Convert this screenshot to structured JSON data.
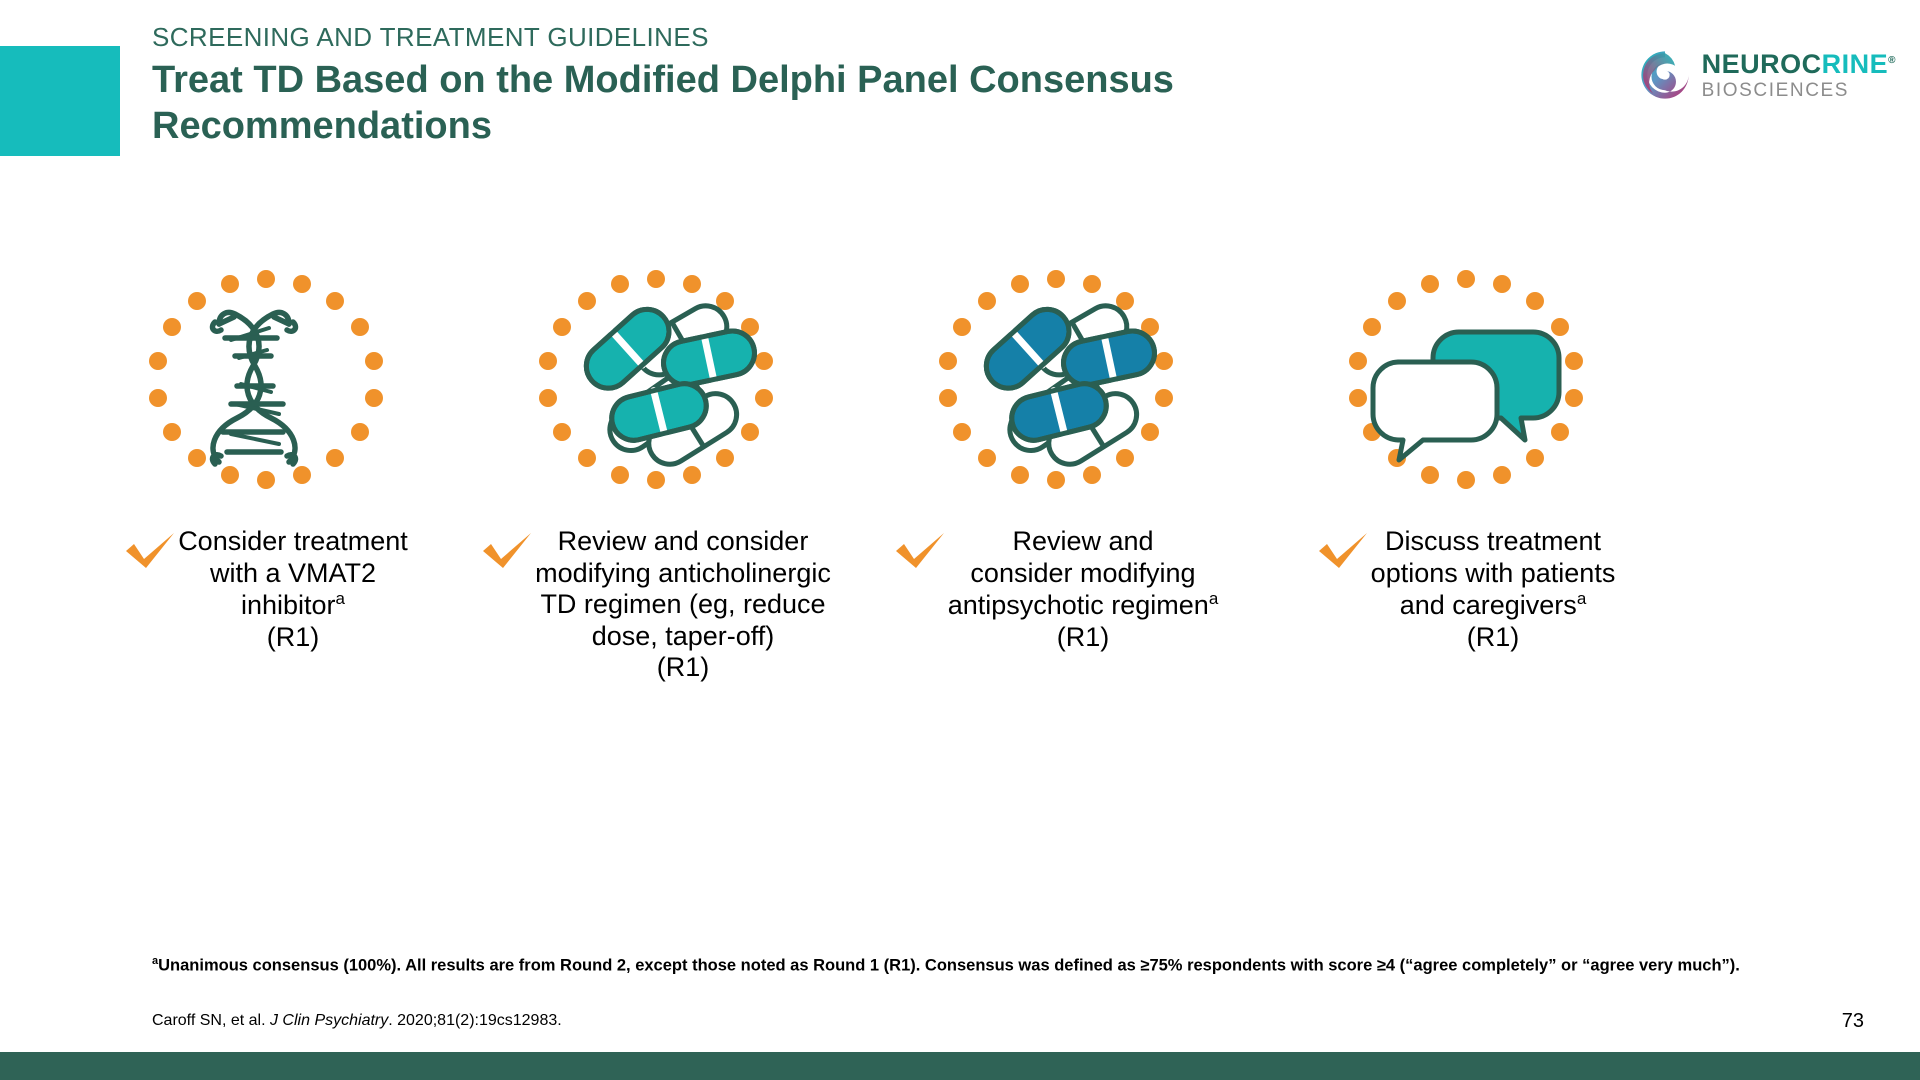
{
  "header": {
    "eyebrow": "SCREENING AND TREATMENT GUIDELINES",
    "title": "Treat TD Based on the Modified Delphi Panel Consensus Recommendations",
    "accent_color": "#16BCBC",
    "title_color": "#2A6154"
  },
  "logo": {
    "name_part1": "NEUROC",
    "name_part2": "RINE",
    "registered": "®",
    "subtitle": "BIOSCIENCES",
    "mark_name": "neurocrine-swirl-icon"
  },
  "columns": [
    {
      "icon": "dna-helix-icon",
      "check": "orange-checkmark-icon",
      "line1": "Consider treatment",
      "line2": "with a VMAT2",
      "line3": "inhibitor",
      "footnote_marker": "a",
      "round": "(R1)",
      "text_full": "Consider treatment with a VMAT2 inhibitora (R1)"
    },
    {
      "icon": "teal-capsules-icon",
      "check": "orange-checkmark-icon",
      "line1": "Review and consider",
      "line2": "modifying anticholinergic",
      "line3": "TD regimen (eg, reduce",
      "line4": "dose, taper-off)",
      "footnote_marker": "",
      "round": "(R1)",
      "text_full": "Review and consider modifying anticholinergic TD regimen (eg, reduce dose, taper-off) (R1)"
    },
    {
      "icon": "blue-capsules-icon",
      "check": "orange-checkmark-icon",
      "line1": "Review and",
      "line2": "consider modifying",
      "line3": "antipsychotic regimen",
      "footnote_marker": "a",
      "round": "(R1)",
      "text_full": "Review and consider modifying antipsychotic regimena (R1)"
    },
    {
      "icon": "speech-bubbles-icon",
      "check": "orange-checkmark-icon",
      "line1": "Discuss treatment",
      "line2": "options with patients",
      "line3": "and caregivers",
      "footnote_marker": "a",
      "round": "(R1)",
      "text_full": "Discuss treatment options with patients and caregiversa (R1)"
    }
  ],
  "footer": {
    "footnote_marker": "a",
    "footnote": "Unanimous consensus (100%). All results are from Round 2, except those noted as Round 1 (R1). Consensus was defined as ≥75% respondents with score ≥4 (“agree completely” or “agree very much”).",
    "citation_authors": "Caroff SN, et al. ",
    "citation_journal": "J Clin Psychiatry",
    "citation_rest": ". 2020;81(2):19cs12983.",
    "page_number": "73",
    "bar_color": "#2F6356"
  },
  "palette": {
    "dot_orange": "#F0922B",
    "check_orange": "#F0922B",
    "outline_teal": "#2A5F52",
    "capsule_teal": "#16B2AE",
    "capsule_blue": "#1580A8",
    "bubble_teal": "#16B2AE"
  }
}
